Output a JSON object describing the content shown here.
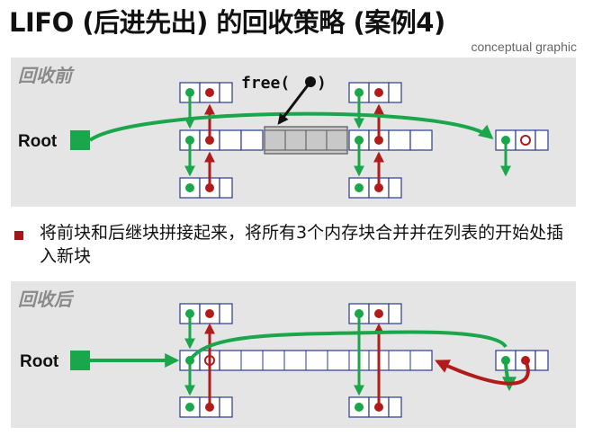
{
  "header": {
    "title": "LIFO (后进先出) 的回收策略 (案例4)",
    "subtitle": "conceptual graphic"
  },
  "before_panel": {
    "label": "回收前",
    "root_label": "Root",
    "free_label": "free(",
    "free_label_end": ")"
  },
  "bullet": {
    "text": "将前块和后继块拼接起来，将所有3个内存块合并并在列表的开始处插入新块"
  },
  "after_panel": {
    "label": "回收后",
    "root_label": "Root"
  },
  "colors": {
    "green": "#1aa64a",
    "red": "#b01c1c",
    "panel_bg": "#e5e5e5",
    "freed_block": "#c8c8c8",
    "bullet": "#a01818"
  }
}
